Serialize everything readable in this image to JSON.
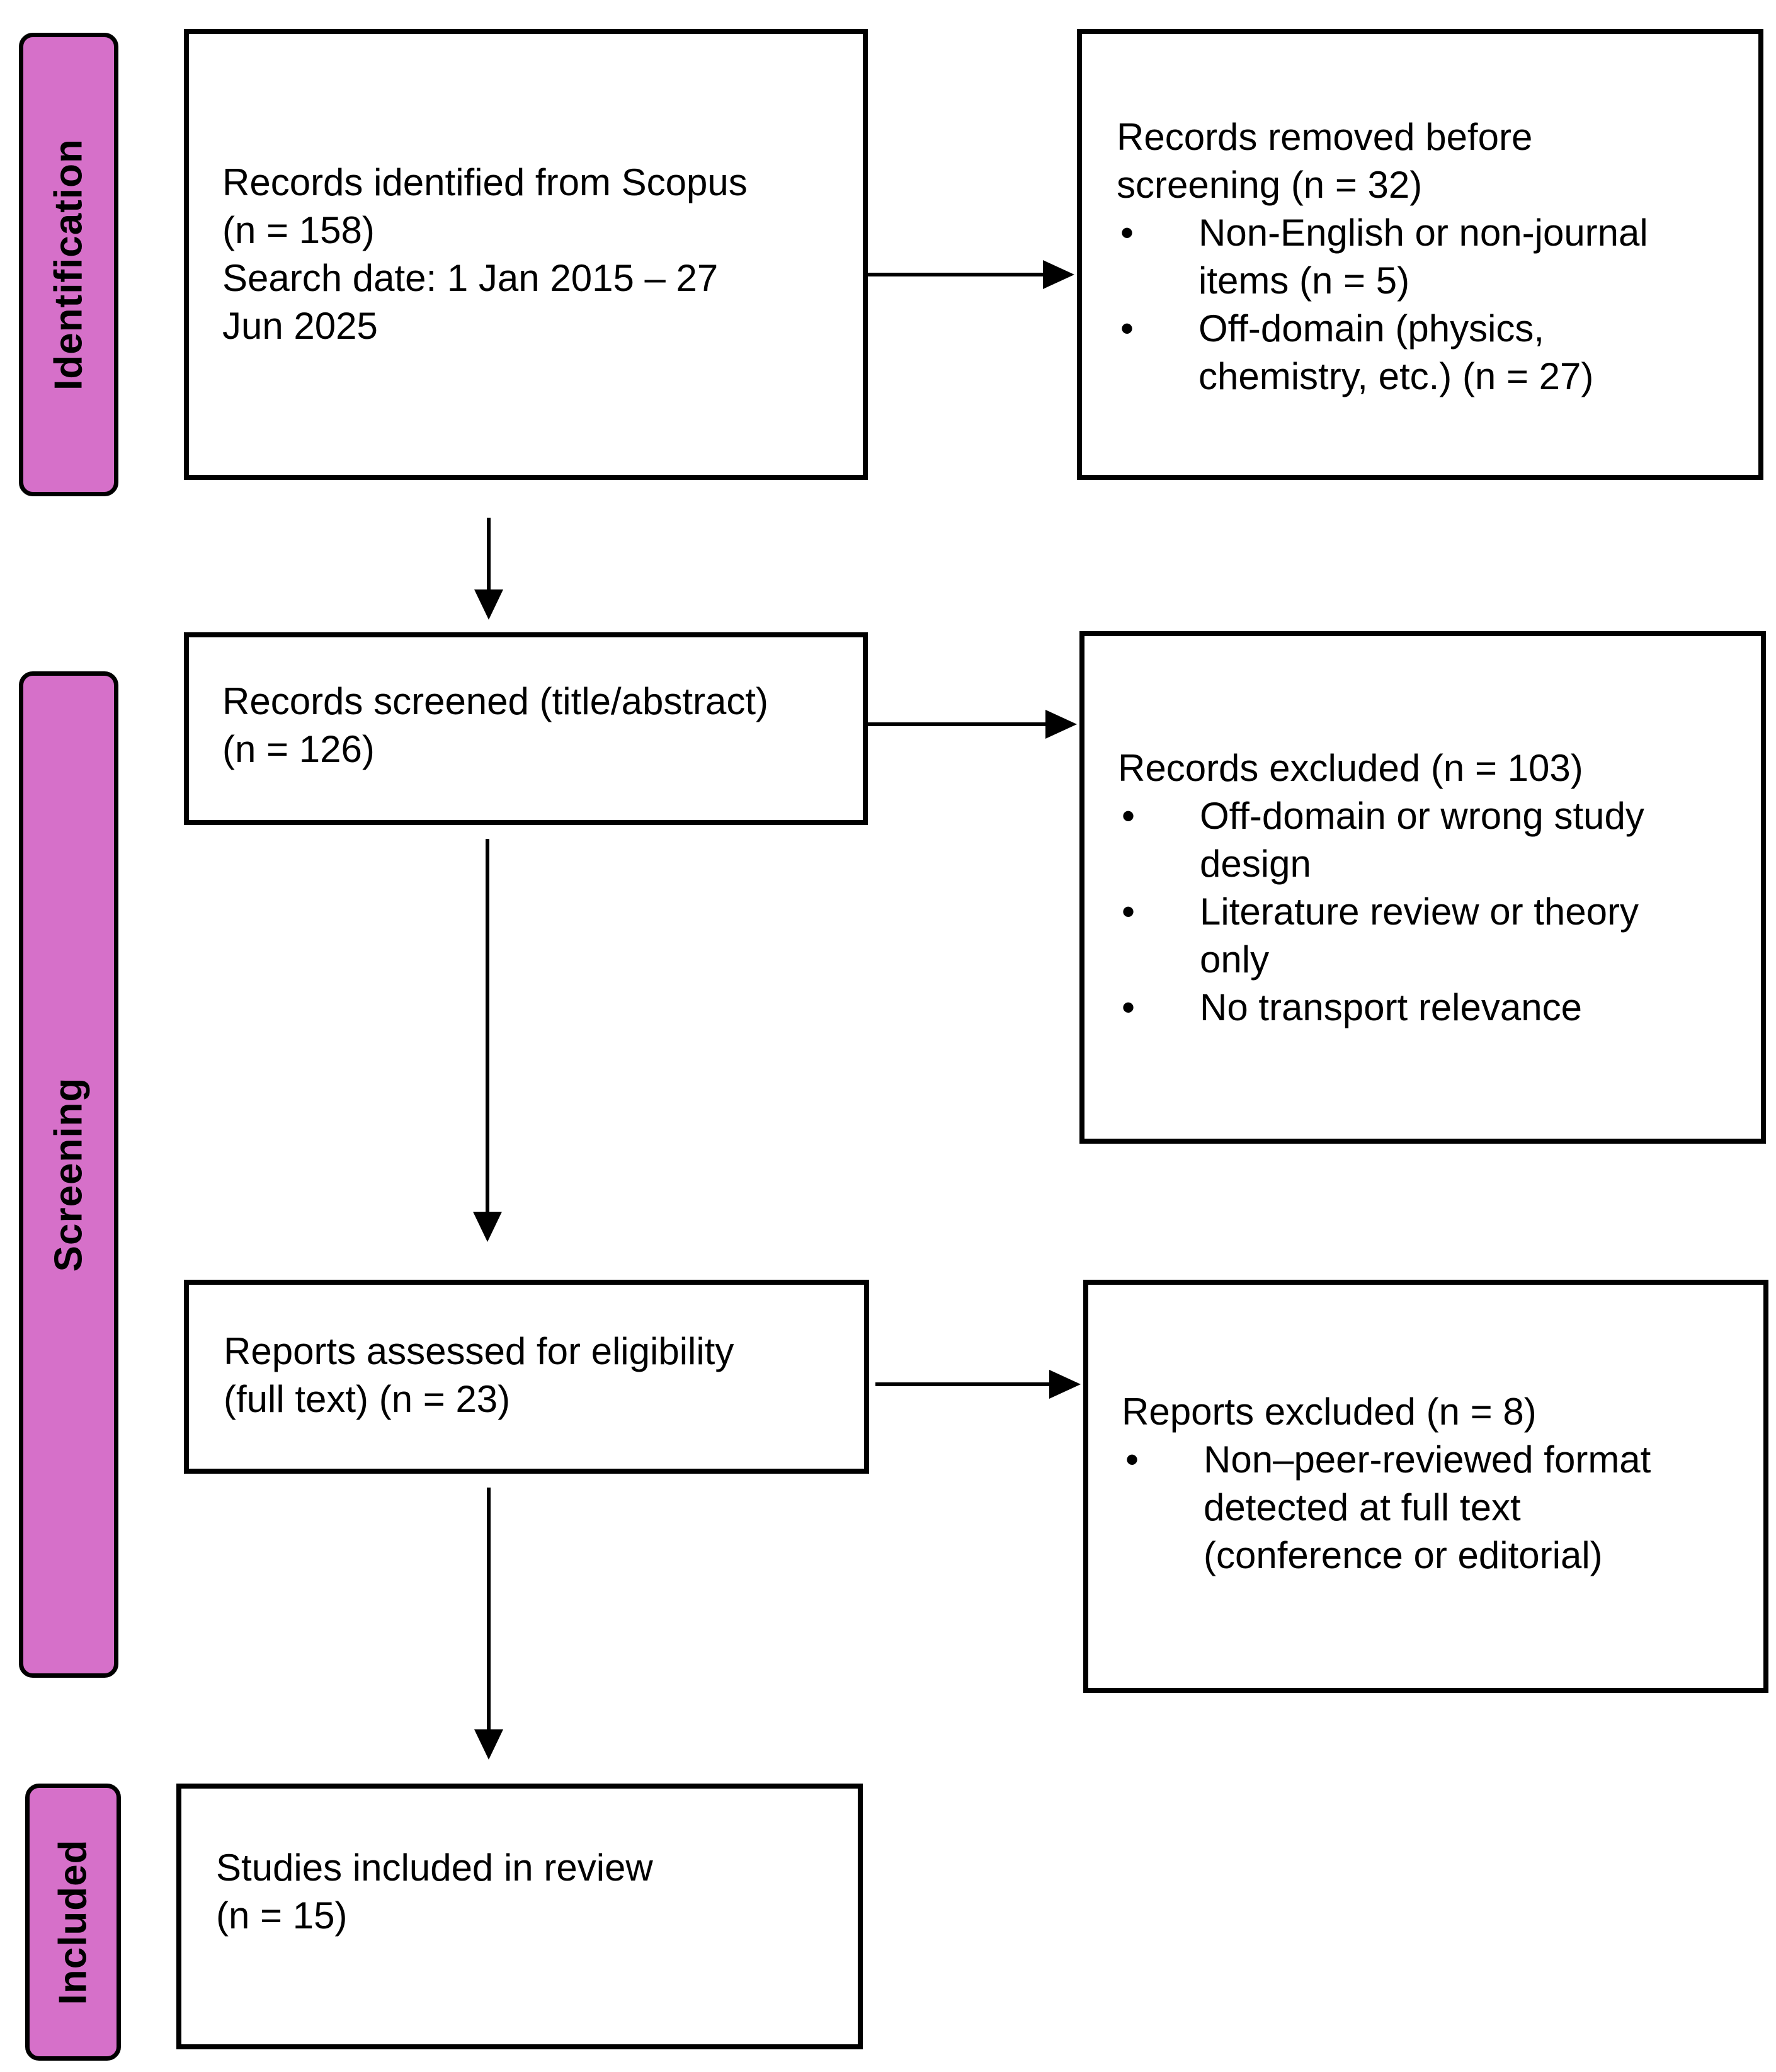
{
  "phases": {
    "identification": "Identification",
    "screening": "Screening",
    "included": "Included"
  },
  "boxes": {
    "identified": {
      "lines": [
        "Records identified from Scopus",
        "(n = 158)",
        "Search date: 1 Jan 2015 – 27",
        "Jun 2025"
      ]
    },
    "removed": {
      "lines": [
        "Records removed before",
        "screening (n = 32)"
      ],
      "bullets": [
        [
          "Non-English or non-journal",
          "items (n = 5)"
        ],
        [
          "Off-domain (physics,",
          "chemistry, etc.) (n = 27)"
        ]
      ]
    },
    "screened": {
      "lines": [
        "Records screened (title/abstract)",
        "(n = 126)"
      ]
    },
    "excluded": {
      "lines": [
        "Records excluded (n = 103)"
      ],
      "bullets": [
        [
          "Off-domain or wrong study",
          "design"
        ],
        [
          "Literature review or theory",
          "only"
        ],
        [
          "No transport relevance"
        ]
      ]
    },
    "assessed": {
      "lines": [
        "Reports assessed for eligibility",
        "(full text) (n = 23)"
      ]
    },
    "reports_excluded": {
      "lines": [
        "Reports excluded (n = 8)"
      ],
      "bullets": [
        [
          "Non–peer-reviewed format",
          "detected at full text",
          "(conference or editorial)"
        ]
      ]
    },
    "included": {
      "lines": [
        "Studies included in review",
        "(n = 15)"
      ]
    }
  },
  "bullet_glyph": "•"
}
